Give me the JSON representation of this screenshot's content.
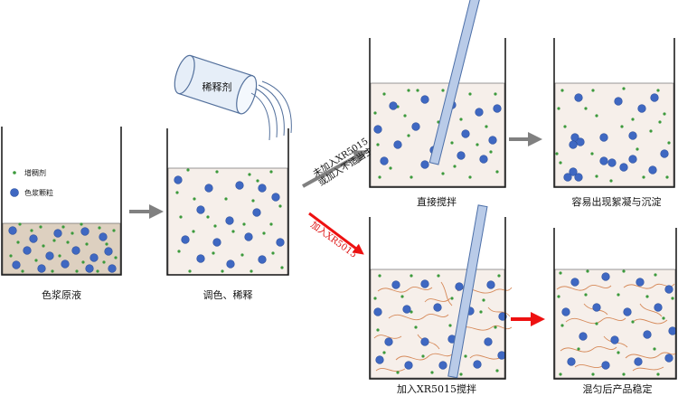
{
  "colors": {
    "liquid_original": "#ddd0c0",
    "liquid_diluted": "#f6efea",
    "pigment": "#3f68c2",
    "pigment_stroke": "#2a4f9e",
    "thickener": "#3c9a3c",
    "fiber": "#d68a5a",
    "gray_arrow": "#808080",
    "red_arrow": "#ee1111",
    "rod_fill": "#b9cbe8",
    "rod_stroke": "#4c6fa8",
    "can_fill": "#e6eef8",
    "can_stroke": "#53709c",
    "label_text": "#111111",
    "red_label": "#dd1111"
  },
  "legend": {
    "thickener": "增稠剂",
    "pigment": "色浆颗粒"
  },
  "can_label": "稀释剂",
  "stages": {
    "original": "色浆原液",
    "diluted": "调色、稀释",
    "direct_stir": "直接搅拌",
    "flocculation": "容易出现絮凝与沉淀",
    "xr_stir": "加入XR5015搅拌",
    "stable": "混匀后产品稳定"
  },
  "branch_labels": {
    "upper_line1": "未加入XR5015",
    "upper_line2": "或加入不适当主剂",
    "lower": "加入XR5015"
  },
  "beakers": {
    "original": {
      "pigments": [
        [
          14,
          255
        ],
        [
          37,
          264
        ],
        [
          64,
          258
        ],
        [
          94,
          256
        ],
        [
          114,
          262
        ],
        [
          30,
          277
        ],
        [
          55,
          283
        ],
        [
          84,
          277
        ],
        [
          104,
          285
        ],
        [
          18,
          293
        ],
        [
          46,
          297
        ],
        [
          72,
          292
        ],
        [
          99,
          297
        ],
        [
          124,
          297
        ],
        [
          120,
          278
        ]
      ],
      "dots": [
        [
          22,
          248
        ],
        [
          45,
          251
        ],
        [
          70,
          251
        ],
        [
          90,
          248
        ],
        [
          110,
          252
        ],
        [
          126,
          255
        ],
        [
          20,
          268
        ],
        [
          48,
          272
        ],
        [
          75,
          268
        ],
        [
          96,
          270
        ],
        [
          12,
          283
        ],
        [
          40,
          288
        ],
        [
          66,
          283
        ],
        [
          92,
          290
        ],
        [
          115,
          290
        ],
        [
          128,
          285
        ],
        [
          25,
          300
        ],
        [
          58,
          300
        ],
        [
          85,
          300
        ],
        [
          108,
          300
        ],
        [
          60,
          266
        ],
        [
          118,
          270
        ],
        [
          35,
          255
        ],
        [
          80,
          258
        ]
      ]
    },
    "diluted": {
      "pigments": [
        [
          197,
          199
        ],
        [
          231,
          208
        ],
        [
          265,
          205
        ],
        [
          290,
          208
        ],
        [
          222,
          232
        ],
        [
          254,
          244
        ],
        [
          284,
          235
        ],
        [
          205,
          265
        ],
        [
          240,
          268
        ],
        [
          275,
          262
        ],
        [
          222,
          286
        ],
        [
          255,
          292
        ],
        [
          290,
          287
        ],
        [
          310,
          268
        ],
        [
          305,
          218
        ]
      ],
      "dots": [
        [
          208,
          188
        ],
        [
          240,
          190
        ],
        [
          276,
          193
        ],
        [
          300,
          190
        ],
        [
          196,
          213
        ],
        [
          215,
          220
        ],
        [
          250,
          220
        ],
        [
          280,
          222
        ],
        [
          310,
          228
        ],
        [
          200,
          240
        ],
        [
          238,
          250
        ],
        [
          270,
          248
        ],
        [
          300,
          248
        ],
        [
          214,
          256
        ],
        [
          258,
          256
        ],
        [
          292,
          258
        ],
        [
          198,
          278
        ],
        [
          236,
          280
        ],
        [
          268,
          282
        ],
        [
          302,
          280
        ],
        [
          210,
          300
        ],
        [
          246,
          300
        ],
        [
          278,
          300
        ],
        [
          312,
          296
        ],
        [
          230,
          240
        ],
        [
          285,
          200
        ]
      ]
    },
    "direct": {
      "pigments": [
        [
          435,
          117
        ],
        [
          470,
          110
        ],
        [
          500,
          116
        ],
        [
          530,
          124
        ],
        [
          418,
          143
        ],
        [
          460,
          140
        ],
        [
          480,
          166
        ],
        [
          515,
          148
        ],
        [
          545,
          155
        ],
        [
          425,
          178
        ],
        [
          440,
          160
        ],
        [
          470,
          182
        ],
        [
          510,
          172
        ],
        [
          535,
          176
        ],
        [
          550,
          120
        ]
      ],
      "dots": [
        [
          425,
          104
        ],
        [
          452,
          100
        ],
        [
          490,
          100
        ],
        [
          520,
          104
        ],
        [
          548,
          104
        ],
        [
          415,
          125
        ],
        [
          448,
          128
        ],
        [
          510,
          132
        ],
        [
          538,
          140
        ],
        [
          418,
          160
        ],
        [
          452,
          150
        ],
        [
          500,
          158
        ],
        [
          528,
          160
        ],
        [
          420,
          196
        ],
        [
          455,
          196
        ],
        [
          490,
          192
        ],
        [
          520,
          196
        ],
        [
          550,
          190
        ],
        [
          440,
          118
        ],
        [
          485,
          135
        ],
        [
          462,
          100
        ],
        [
          543,
          168
        ],
        [
          503,
          184
        ],
        [
          432,
          186
        ]
      ]
    },
    "floc": {
      "pigments": [
        [
          640,
          108
        ],
        [
          684,
          112
        ],
        [
          710,
          120
        ],
        [
          724,
          108
        ],
        [
          636,
          152
        ],
        [
          642,
          157
        ],
        [
          634,
          160
        ],
        [
          668,
          152
        ],
        [
          700,
          150
        ],
        [
          634,
          190
        ],
        [
          628,
          196
        ],
        [
          640,
          196
        ],
        [
          668,
          178
        ],
        [
          677,
          180
        ],
        [
          690,
          185
        ],
        [
          700,
          176
        ],
        [
          735,
          170
        ],
        [
          722,
          188
        ]
      ],
      "dots": [
        [
          622,
          100
        ],
        [
          656,
          100
        ],
        [
          690,
          98
        ],
        [
          728,
          100
        ],
        [
          618,
          120
        ],
        [
          660,
          128
        ],
        [
          700,
          132
        ],
        [
          735,
          126
        ],
        [
          625,
          140
        ],
        [
          688,
          140
        ],
        [
          720,
          145
        ],
        [
          616,
          170
        ],
        [
          655,
          170
        ],
        [
          705,
          165
        ],
        [
          740,
          158
        ],
        [
          620,
          180
        ],
        [
          660,
          195
        ],
        [
          712,
          196
        ],
        [
          738,
          196
        ],
        [
          648,
          120
        ],
        [
          676,
          200
        ],
        [
          730,
          135
        ]
      ]
    },
    "xr": {
      "pigments": [
        [
          438,
          315
        ],
        [
          470,
          314
        ],
        [
          508,
          317
        ],
        [
          543,
          315
        ],
        [
          418,
          345
        ],
        [
          450,
          342
        ],
        [
          484,
          340
        ],
        [
          520,
          344
        ],
        [
          556,
          350
        ],
        [
          430,
          378
        ],
        [
          470,
          378
        ],
        [
          500,
          375
        ],
        [
          540,
          378
        ],
        [
          420,
          398
        ],
        [
          452,
          404
        ],
        [
          490,
          404
        ],
        [
          528,
          403
        ],
        [
          555,
          393
        ]
      ],
      "dots": [
        [
          420,
          305
        ],
        [
          455,
          305
        ],
        [
          485,
          305
        ],
        [
          520,
          305
        ],
        [
          552,
          305
        ],
        [
          415,
          330
        ],
        [
          445,
          328
        ],
        [
          500,
          330
        ],
        [
          535,
          332
        ],
        [
          418,
          365
        ],
        [
          460,
          362
        ],
        [
          498,
          360
        ],
        [
          548,
          362
        ],
        [
          425,
          390
        ],
        [
          468,
          394
        ],
        [
          515,
          394
        ],
        [
          550,
          410
        ],
        [
          440,
          412
        ],
        [
          478,
          412
        ],
        [
          510,
          414
        ],
        [
          455,
          345
        ],
        [
          532,
          345
        ]
      ],
      "fibers": [
        "M418 322 C430 312 440 330 452 320 C462 312 468 326 478 318",
        "M430 352 C444 340 456 362 470 350 C480 342 488 356 496 348",
        "M506 322 C520 312 530 330 546 322 C556 316 560 326 566 318",
        "M438 398 C450 386 462 406 474 394 C484 386 492 398 500 392",
        "M506 366 C518 354 530 372 544 362 C552 356 558 368 566 362",
        "M414 374 C424 364 432 380 444 372",
        "M520 396 C530 386 542 404 556 394",
        "M470 334 C478 324 488 340 498 330",
        "M488 312 C495 322 492 330 500 338",
        "M540 340 C548 350 556 340 564 350",
        "M416 410 C426 402 434 416 448 408",
        "M462 370 C468 380 480 376 486 386"
      ]
    },
    "stable": {
      "pigments": [
        [
          636,
          312
        ],
        [
          670,
          306
        ],
        [
          708,
          312
        ],
        [
          740,
          320
        ],
        [
          626,
          345
        ],
        [
          660,
          340
        ],
        [
          694,
          345
        ],
        [
          728,
          340
        ],
        [
          645,
          372
        ],
        [
          680,
          376
        ],
        [
          716,
          370
        ],
        [
          744,
          366
        ],
        [
          632,
          400
        ],
        [
          670,
          404
        ],
        [
          706,
          400
        ],
        [
          740,
          396
        ]
      ],
      "dots": [
        [
          620,
          302
        ],
        [
          650,
          300
        ],
        [
          690,
          300
        ],
        [
          725,
          304
        ],
        [
          618,
          328
        ],
        [
          648,
          326
        ],
        [
          684,
          326
        ],
        [
          716,
          328
        ],
        [
          744,
          330
        ],
        [
          622,
          360
        ],
        [
          660,
          358
        ],
        [
          700,
          356
        ],
        [
          734,
          352
        ],
        [
          640,
          386
        ],
        [
          684,
          390
        ],
        [
          724,
          386
        ],
        [
          620,
          414
        ],
        [
          656,
          414
        ],
        [
          690,
          414
        ],
        [
          728,
          414
        ]
      ],
      "fibers": [
        "M616 320 C628 310 638 328 650 318 C660 310 668 324 676 316",
        "M690 318 C702 308 712 326 724 316 C732 310 740 322 746 314",
        "M626 356 C640 344 652 366 666 354 C676 346 684 360 692 352",
        "M700 356 C712 346 724 366 738 354",
        "M620 388 C632 378 642 396 656 386 C666 378 674 392 682 384",
        "M692 396 C704 384 716 404 730 392 C738 386 744 396 748 390",
        "M646 336 C654 346 666 340 672 348",
        "M708 336 C714 346 726 342 732 350",
        "M668 372 C676 382 686 376 694 384",
        "M636 406 C646 398 656 412 668 404",
        "M700 410 C710 402 720 414 734 406"
      ]
    }
  }
}
